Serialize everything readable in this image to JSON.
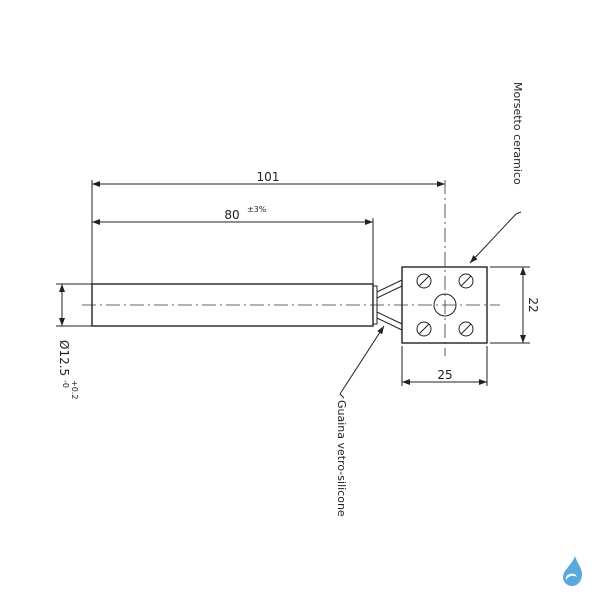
{
  "dimensions": {
    "overall_length": "101",
    "heated_length": "80",
    "heated_length_tolerance": "±3%",
    "diameter": "Ø12.5",
    "diameter_tol_plus": "+0.2",
    "diameter_tol_minus": "-0",
    "block_height": "22",
    "block_width": "25"
  },
  "labels": {
    "terminal": "Morsetto ceramico",
    "sheath": "Guaina vetro-silicone"
  },
  "logo": {
    "icon": "water-drop-logo-icon",
    "color": "#5aa9dc"
  }
}
